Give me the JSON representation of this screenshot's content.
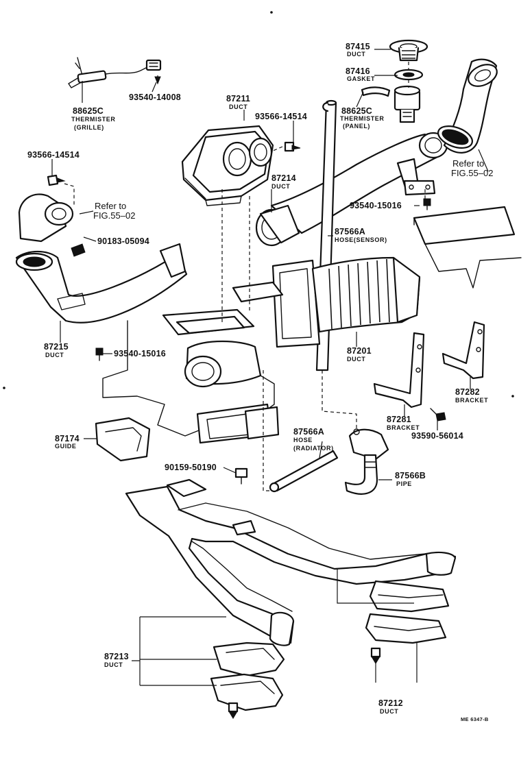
{
  "parts": {
    "p87415": {
      "number": "87415",
      "name": "DUCT"
    },
    "p87416": {
      "number": "87416",
      "name": "GASKET"
    },
    "p88625c_panel": {
      "number": "88625C",
      "name1": "THERMISTER",
      "name2": "(PANEL)"
    },
    "p88625c_grille": {
      "number": "88625C",
      "name1": "THERMISTER",
      "name2": "(GRILLE)"
    },
    "p93540_14008": {
      "number": "93540-14008"
    },
    "p87211": {
      "number": "87211",
      "name": "DUCT"
    },
    "p93566_14514_top": {
      "number": "93566-14514"
    },
    "p93566_14514_left": {
      "number": "93566-14514"
    },
    "p87214": {
      "number": "87214",
      "name": "DUCT"
    },
    "p93540_15016_right": {
      "number": "93540-15016"
    },
    "p87566a_sensor": {
      "number": "87566A",
      "name": "HOSE(SENSOR)"
    },
    "p90183_05094": {
      "number": "90183-05094"
    },
    "p87215": {
      "number": "87215",
      "name": "DUCT"
    },
    "p93540_15016_left": {
      "number": "93540-15016"
    },
    "p87201": {
      "number": "87201",
      "name": "DUCT"
    },
    "p87282": {
      "number": "87282",
      "name": "BRACKET"
    },
    "p87281": {
      "number": "87281",
      "name": "BRACKET"
    },
    "p93590_56014": {
      "number": "93590-56014"
    },
    "p87174": {
      "number": "87174",
      "name": "GUIDE"
    },
    "p87566a_radiator": {
      "number": "87566A",
      "name1": "HOSE",
      "name2": "(RADIATOR)"
    },
    "p90159_50190": {
      "number": "90159-50190"
    },
    "p87566b": {
      "number": "87566B",
      "name": "PIPE"
    },
    "p87213": {
      "number": "87213",
      "name": "DUCT"
    },
    "p87212": {
      "number": "87212",
      "name": "DUCT"
    }
  },
  "references": {
    "right": {
      "line1": "Refer to",
      "line2": "FIG.55–02"
    },
    "left": {
      "line1": "Refer to",
      "line2": "FIG.55–02"
    }
  },
  "footer": {
    "code": "ME 6347-B"
  }
}
